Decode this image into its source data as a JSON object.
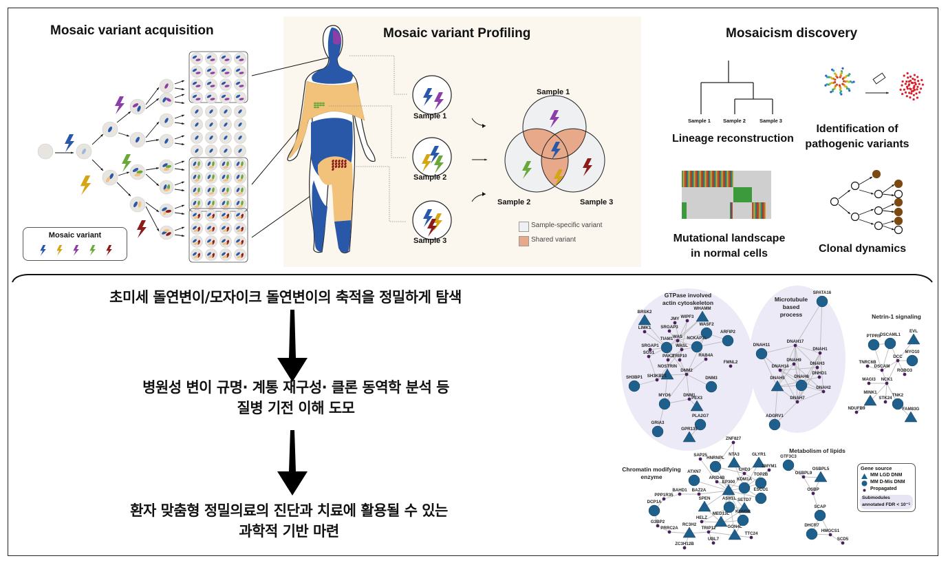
{
  "sections": {
    "acquisition": {
      "title": "Mosaic variant acquisition",
      "legend_title": "Mosaic variant"
    },
    "profiling": {
      "title": "Mosaic variant Profiling",
      "samples": [
        "Sample 1",
        "Sample 2",
        "Sample 3"
      ],
      "venn_labels": [
        "Sample 1",
        "Sample 2",
        "Sample 3"
      ],
      "legend": [
        {
          "label": "Sample-specific variant",
          "color": "#eef0f2"
        },
        {
          "label": "Shared variant",
          "color": "#e8a98a"
        }
      ]
    },
    "discovery": {
      "title": "Mosaicism discovery",
      "tree_leaves": [
        "Sample 1",
        "Sample 2",
        "Sample 3"
      ],
      "panels": {
        "lineage": "Lineage reconstruction",
        "pathogenic_1": "Identification of",
        "pathogenic_2": "pathogenic variants",
        "landscape_1": "Mutational landscape",
        "landscape_2": "in normal cells",
        "clonal": "Clonal dynamics"
      }
    }
  },
  "variant_colors": {
    "blue": "#2a58a8",
    "yellow": "#d4a514",
    "purple": "#8b3fa6",
    "green": "#6aa83c",
    "red": "#8b1c1c"
  },
  "flow": {
    "step1": "초미세 돌연변이/모자이크 돌연변이의 축적을 정밀하게 탐색",
    "step2_line1": "병원성 변이 규명· 계통 재구성· 클론 동역학 분석 등",
    "step2_line2": "질병 기전 이해 도모",
    "step3_line1": "환자 맞춤형 정밀의료의 진단과 치료에 활용될 수 있는",
    "step3_line2": "과학적 기반 마련"
  },
  "network": {
    "modules": {
      "gtpase": "GTPase involved|actin cytoskeleton",
      "microtubule": "Microtubule|based|process",
      "netrin": "Netrin-1 signaling",
      "chromatin": "Chromatin modifying|enzyme",
      "lipids": "Metabolism of lipids"
    },
    "legend": {
      "title": "Gene source",
      "items": [
        "MM LGD DNM",
        "MM D-Mis DNM",
        "Propagated"
      ],
      "submodule_1": "Submodules",
      "submodule_2": "annotated FDR < 10⁻⁵"
    },
    "colors": {
      "node": "#1f5f8b",
      "propagated": "#4a1f5c",
      "edge": "#bbbbbb",
      "module_bg": "#eceaf6"
    }
  }
}
